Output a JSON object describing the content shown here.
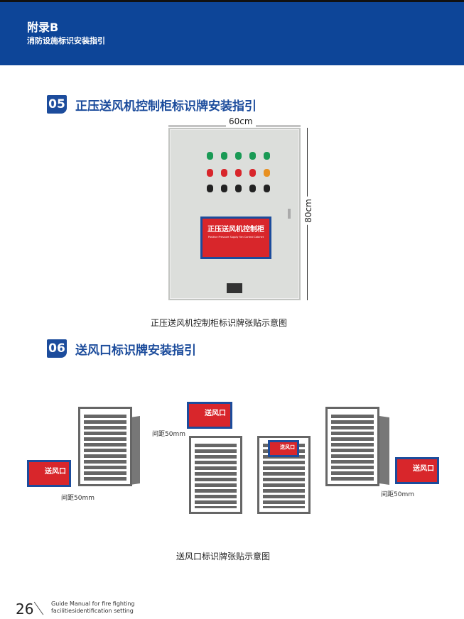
{
  "header": {
    "title": "附录B",
    "subtitle": "消防设施标识安装指引"
  },
  "section5": {
    "number": "05",
    "title": "正压送风机控制柜标识牌安装指引",
    "width_label": "60cm",
    "height_label": "80cm",
    "sign_title": "正压送风机控制柜",
    "sign_en": "Positive Pressure Supply Fan Control Cabinet",
    "caption": "正压送风机控制柜标识牌张贴示意图"
  },
  "section6": {
    "number": "06",
    "title": "送风口标识牌安装指引",
    "sign_title": "送风口",
    "spacing_label": "间距50mm",
    "caption": "送风口标识牌张贴示意图"
  },
  "footer": {
    "page": "26",
    "line1": "Guide Manual for fire fighting",
    "line2": "facilitiesidentification setting"
  },
  "colors": {
    "brand": "#0d4598",
    "title": "#1c4c9c",
    "sign_red": "#d8262b"
  }
}
